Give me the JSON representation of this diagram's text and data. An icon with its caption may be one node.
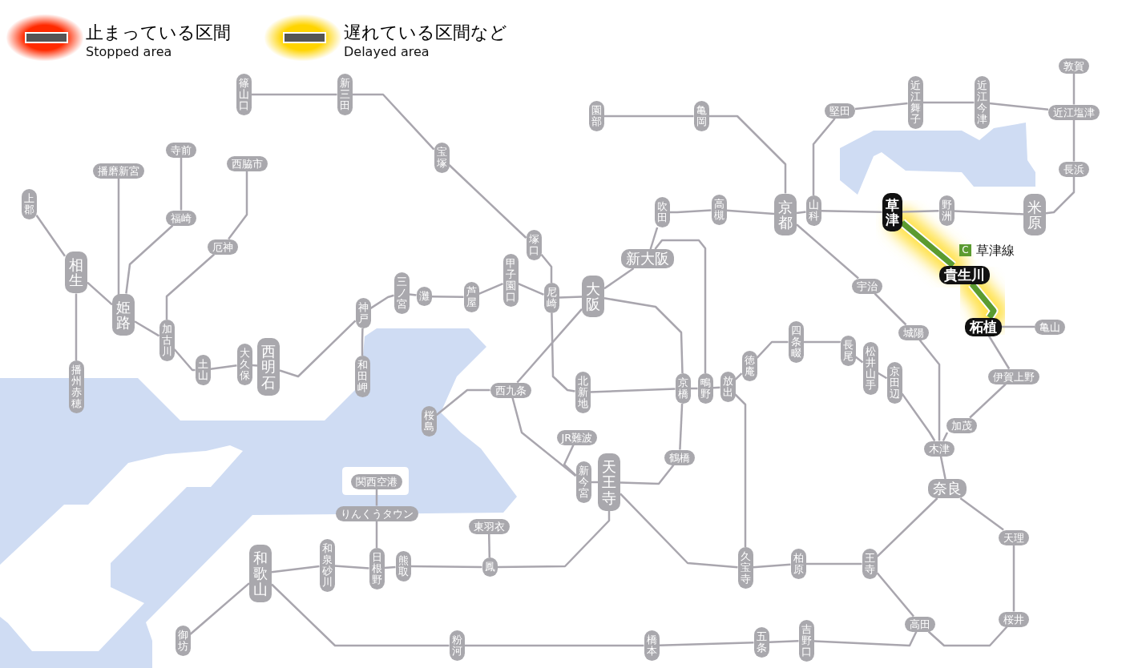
{
  "diagram": {
    "nodes": [
      {
        "text": [
          "篠山口"
        ]
      },
      {
        "text": [
          "新三田"
        ]
      },
      {
        "text": [
          "敦賀"
        ]
      },
      {
        "text": [
          "近江舞子"
        ]
      },
      {
        "text": [
          "近江今津"
        ]
      },
      {
        "text": [
          "園部"
        ]
      },
      {
        "text": [
          "亀岡"
        ]
      },
      {
        "text": [
          "堅田"
        ]
      },
      {
        "text": [
          "近江塩津"
        ]
      },
      {
        "text": [
          "寺前"
        ]
      },
      {
        "text": [
          "宝塚"
        ]
      },
      {
        "text": [
          "西脇市"
        ]
      },
      {
        "text": [
          "播磨新宮"
        ]
      },
      {
        "text": [
          "長浜"
        ]
      },
      {
        "text": [
          "上郡"
        ]
      },
      {
        "text": [
          "草津"
        ]
      },
      {
        "text": [
          "吹田"
        ]
      },
      {
        "text": [
          "高槻"
        ]
      },
      {
        "text": [
          "京都"
        ]
      },
      {
        "text": [
          "山科"
        ]
      },
      {
        "text": [
          "野洲"
        ]
      },
      {
        "text": [
          "米原"
        ]
      },
      {
        "text": [
          "福崎"
        ]
      },
      {
        "text": [
          "厄神"
        ]
      },
      {
        "text": [
          "塚口"
        ]
      },
      {
        "text": [
          "新大阪"
        ]
      },
      {
        "text": [
          "相生"
        ]
      },
      {
        "text": [
          "貴生川"
        ]
      },
      {
        "text": [
          "甲子園口"
        ]
      },
      {
        "text": [
          "三ノ宮"
        ]
      },
      {
        "text": [
          "灘"
        ]
      },
      {
        "text": [
          "芦屋"
        ]
      },
      {
        "text": [
          "尼崎"
        ]
      },
      {
        "text": [
          "大阪"
        ]
      },
      {
        "text": [
          "宇治"
        ]
      },
      {
        "text": [
          "神戸"
        ]
      },
      {
        "text": [
          "姫路"
        ]
      },
      {
        "text": [
          "加古川"
        ]
      },
      {
        "text": [
          "柘植"
        ]
      },
      {
        "text": [
          "亀山"
        ]
      },
      {
        "text": [
          "城陽"
        ]
      },
      {
        "text": [
          "四条畷"
        ]
      },
      {
        "text": [
          "長尾"
        ]
      },
      {
        "text": [
          "松井山手"
        ]
      },
      {
        "text": [
          "徳庵"
        ]
      },
      {
        "text": [
          "京田辺"
        ]
      },
      {
        "text": [
          "土山"
        ]
      },
      {
        "text": [
          "大久保"
        ]
      },
      {
        "text": [
          "西明石"
        ]
      },
      {
        "text": [
          "和田岬"
        ]
      },
      {
        "text": [
          "播州赤穂"
        ]
      },
      {
        "text": [
          "伊賀上野"
        ]
      },
      {
        "text": [
          "西九条"
        ]
      },
      {
        "text": [
          "北新地"
        ]
      },
      {
        "text": [
          "京橋"
        ]
      },
      {
        "text": [
          "鴫野"
        ]
      },
      {
        "text": [
          "放出"
        ]
      },
      {
        "text": [
          "桜島"
        ]
      },
      {
        "text": [
          "加茂"
        ]
      },
      {
        "text": [
          "JR難波"
        ]
      },
      {
        "text": [
          "鶴橋"
        ]
      },
      {
        "text": [
          "木津"
        ]
      },
      {
        "text": [
          "新今宮"
        ]
      },
      {
        "text": [
          "天王寺"
        ]
      },
      {
        "text": [
          "関西空港"
        ]
      },
      {
        "text": [
          "奈良"
        ]
      },
      {
        "text": [
          "りんくうタウン"
        ]
      },
      {
        "text": [
          "東羽衣"
        ]
      },
      {
        "text": [
          "天理"
        ]
      },
      {
        "text": [
          "和歌山"
        ]
      },
      {
        "text": [
          "和泉砂川"
        ]
      },
      {
        "text": [
          "日根野"
        ]
      },
      {
        "text": [
          "熊取"
        ]
      },
      {
        "text": [
          "鳳"
        ]
      },
      {
        "text": [
          "久宝寺"
        ]
      },
      {
        "text": [
          "柏原"
        ]
      },
      {
        "text": [
          "王寺"
        ]
      },
      {
        "text": [
          "高田"
        ]
      },
      {
        "text": [
          "桜井"
        ]
      },
      {
        "text": [
          "御坊"
        ]
      },
      {
        "text": [
          "粉河"
        ]
      },
      {
        "text": [
          "橋本"
        ]
      },
      {
        "text": [
          "五条"
        ]
      },
      {
        "text": [
          "吉野口"
        ]
      }
    ],
    "edges": [
      {
        "from": 14,
        "to": 26,
        "arrow": "none"
      },
      {
        "from": 26,
        "to": 36,
        "arrow": "none"
      },
      {
        "from": 36,
        "to": 37,
        "arrow": "none"
      },
      {
        "from": 37,
        "to": 46,
        "arrow": "none"
      },
      {
        "from": 46,
        "to": 47,
        "arrow": "none"
      },
      {
        "from": 47,
        "to": 48,
        "arrow": "none"
      },
      {
        "from": 48,
        "to": 35,
        "arrow": "none"
      },
      {
        "from": 35,
        "to": 29,
        "arrow": "none"
      },
      {
        "from": 29,
        "to": 30,
        "arrow": "none"
      },
      {
        "from": 30,
        "to": 31,
        "arrow": "none"
      },
      {
        "from": 31,
        "to": 28,
        "arrow": "none"
      },
      {
        "from": 28,
        "to": 32,
        "arrow": "none"
      },
      {
        "from": 32,
        "to": 33,
        "arrow": "none"
      },
      {
        "from": 33,
        "to": 25,
        "arrow": "none"
      },
      {
        "from": 25,
        "to": 16,
        "arrow": "none"
      },
      {
        "from": 16,
        "to": 17,
        "arrow": "none"
      },
      {
        "from": 17,
        "to": 18,
        "arrow": "none"
      },
      {
        "from": 18,
        "to": 19,
        "arrow": "none"
      },
      {
        "from": 19,
        "to": 15,
        "arrow": "none"
      },
      {
        "from": 15,
        "to": 20,
        "arrow": "none"
      },
      {
        "from": 20,
        "to": 21,
        "arrow": "none"
      },
      {
        "from": 21,
        "to": 13,
        "arrow": "none"
      },
      {
        "from": 13,
        "to": 8,
        "arrow": "none"
      },
      {
        "from": 8,
        "to": 2,
        "arrow": "none"
      },
      {
        "from": 26,
        "to": 50,
        "arrow": "none"
      },
      {
        "from": 12,
        "to": 36,
        "arrow": "none"
      },
      {
        "from": 9,
        "to": 22,
        "arrow": "none"
      },
      {
        "from": 22,
        "to": 36,
        "arrow": "none"
      },
      {
        "from": 11,
        "to": 23,
        "arrow": "none"
      },
      {
        "from": 23,
        "to": 37,
        "arrow": "none"
      },
      {
        "from": 35,
        "to": 49,
        "arrow": "none"
      },
      {
        "from": 0,
        "to": 1,
        "arrow": "none"
      },
      {
        "from": 1,
        "to": 10,
        "arrow": "none"
      },
      {
        "from": 10,
        "to": 24,
        "arrow": "none"
      },
      {
        "from": 24,
        "to": 32,
        "arrow": "none"
      },
      {
        "from": 32,
        "to": 53,
        "arrow": "none"
      },
      {
        "from": 53,
        "to": 54,
        "arrow": "none"
      },
      {
        "from": 54,
        "to": 55,
        "arrow": "none"
      },
      {
        "from": 55,
        "to": 56,
        "arrow": "none"
      },
      {
        "from": 25,
        "to": 55,
        "arrow": "none"
      },
      {
        "from": 56,
        "to": 74,
        "arrow": "none"
      },
      {
        "from": 56,
        "to": 44,
        "arrow": "none"
      },
      {
        "from": 44,
        "to": 41,
        "arrow": "none"
      },
      {
        "from": 41,
        "to": 42,
        "arrow": "none"
      },
      {
        "from": 42,
        "to": 43,
        "arrow": "none"
      },
      {
        "from": 43,
        "to": 45,
        "arrow": "none"
      },
      {
        "from": 45,
        "to": 61,
        "arrow": "none"
      },
      {
        "from": 33,
        "to": 54,
        "arrow": "none"
      },
      {
        "from": 54,
        "to": 60,
        "arrow": "none"
      },
      {
        "from": 60,
        "to": 63,
        "arrow": "none"
      },
      {
        "from": 63,
        "to": 62,
        "arrow": "none"
      },
      {
        "from": 62,
        "to": 52,
        "arrow": "none"
      },
      {
        "from": 52,
        "to": 33,
        "arrow": "none"
      },
      {
        "from": 52,
        "to": 57,
        "arrow": "none"
      },
      {
        "from": 59,
        "to": 62,
        "arrow": "none"
      },
      {
        "from": 63,
        "to": 73,
        "arrow": "none"
      },
      {
        "from": 73,
        "to": 67,
        "arrow": "none"
      },
      {
        "from": 73,
        "to": 72,
        "arrow": "none"
      },
      {
        "from": 72,
        "to": 71,
        "arrow": "none"
      },
      {
        "from": 71,
        "to": 66,
        "arrow": "none"
      },
      {
        "from": 66,
        "to": 64,
        "arrow": "none"
      },
      {
        "from": 71,
        "to": 70,
        "arrow": "none"
      },
      {
        "from": 70,
        "to": 69,
        "arrow": "none"
      },
      {
        "from": 69,
        "to": 79,
        "arrow": "none"
      },
      {
        "from": 69,
        "to": 80,
        "arrow": "none"
      },
      {
        "from": 80,
        "to": 81,
        "arrow": "none"
      },
      {
        "from": 81,
        "to": 82,
        "arrow": "none"
      },
      {
        "from": 82,
        "to": 83,
        "arrow": "none"
      },
      {
        "from": 83,
        "to": 77,
        "arrow": "none"
      },
      {
        "from": 63,
        "to": 74,
        "arrow": "none"
      },
      {
        "from": 74,
        "to": 75,
        "arrow": "none"
      },
      {
        "from": 75,
        "to": 76,
        "arrow": "none"
      },
      {
        "from": 76,
        "to": 65,
        "arrow": "none"
      },
      {
        "from": 65,
        "to": 61,
        "arrow": "none"
      },
      {
        "from": 61,
        "to": 58,
        "arrow": "none"
      },
      {
        "from": 58,
        "to": 51,
        "arrow": "none"
      },
      {
        "from": 51,
        "to": 38,
        "arrow": "none"
      },
      {
        "from": 38,
        "to": 39,
        "arrow": "none"
      },
      {
        "from": 61,
        "to": 40,
        "arrow": "none"
      },
      {
        "from": 40,
        "to": 34,
        "arrow": "none"
      },
      {
        "from": 34,
        "to": 18,
        "arrow": "none"
      },
      {
        "from": 65,
        "to": 68,
        "arrow": "none"
      },
      {
        "from": 68,
        "to": 78,
        "arrow": "none"
      },
      {
        "from": 78,
        "to": 77,
        "arrow": "none"
      },
      {
        "from": 77,
        "to": 76,
        "arrow": "none"
      },
      {
        "from": 19,
        "to": 7,
        "arrow": "none"
      },
      {
        "from": 7,
        "to": 3,
        "arrow": "none"
      },
      {
        "from": 3,
        "to": 4,
        "arrow": "none"
      },
      {
        "from": 4,
        "to": 8,
        "arrow": "none"
      },
      {
        "from": 5,
        "to": 6,
        "arrow": "none"
      },
      {
        "from": 6,
        "to": 18,
        "arrow": "none"
      },
      {
        "from": 15,
        "to": 27,
        "arrow": "none",
        "style": "thick",
        "color": "#5b9b30"
      },
      {
        "from": 27,
        "to": 38,
        "arrow": "none",
        "style": "thick",
        "color": "#5b9b30"
      }
    ],
    "labels": [
      "Stopped area",
      "Delayed area",
      "C",
      "草津線"
    ],
    "legend": [
      {
        "text": "止まっている区間",
        "color": "#ff2a00"
      },
      {
        "text": "遅れている区間など",
        "color": "#ffd400"
      }
    ]
  }
}
